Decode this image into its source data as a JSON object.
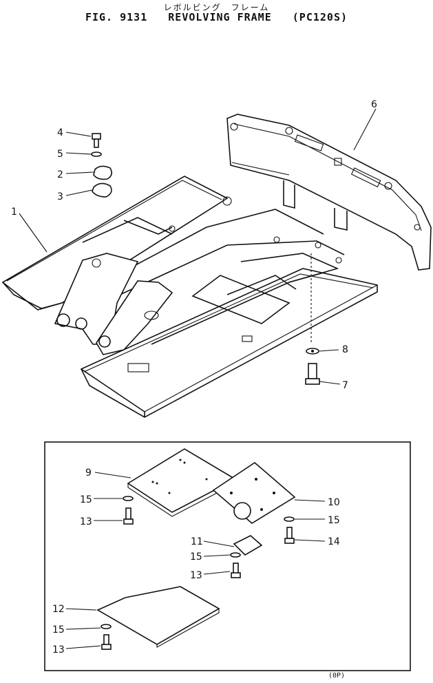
{
  "header": {
    "subtitle_jp": "レボルビング　フレーム",
    "fig_no": "FIG. 9131",
    "title": "REVOLVING FRAME",
    "model": "(PC120S)"
  },
  "footer": {
    "code": "(0P)"
  },
  "callouts": {
    "c1": "1",
    "c2": "2",
    "c3": "3",
    "c4": "4",
    "c5": "5",
    "c6": "6",
    "c7": "7",
    "c8": "8",
    "c9": "9",
    "c10": "10",
    "c11": "11",
    "c12": "12",
    "c13a": "13",
    "c13b": "13",
    "c13c": "13",
    "c14": "14",
    "c15a": "15",
    "c15b": "15",
    "c15c": "15",
    "c15d": "15"
  }
}
